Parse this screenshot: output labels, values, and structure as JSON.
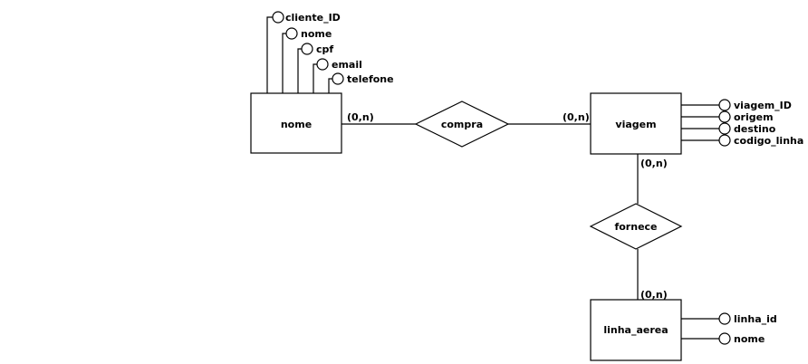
{
  "entities": {
    "cliente": {
      "label": "nome",
      "attributes": [
        "cliente_ID",
        "nome",
        "cpf",
        "email",
        "telefone"
      ]
    },
    "viagem": {
      "label": "viagem",
      "attributes": [
        "viagem_ID",
        "origem",
        "destino",
        "codigo_linha"
      ]
    },
    "linha_aerea": {
      "label": "linha_aerea",
      "attributes": [
        "linha_id",
        "nome"
      ]
    }
  },
  "relationships": {
    "compra": {
      "label": "compra"
    },
    "fornece": {
      "label": "fornece"
    }
  },
  "cardinalities": {
    "compra_cliente": "(0,n)",
    "compra_viagem": "(0,n)",
    "fornece_viagem": "(0,n)",
    "fornece_linha": "(0,n)"
  }
}
